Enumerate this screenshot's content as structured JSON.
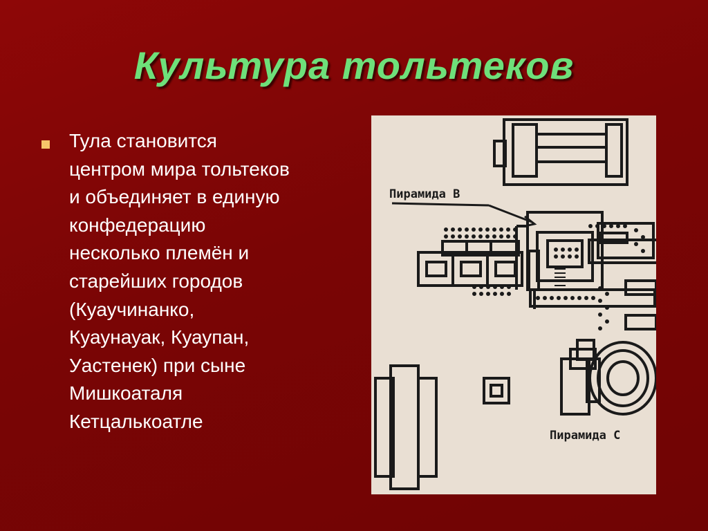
{
  "slide": {
    "title": "Культура тольтеков",
    "bullet_text": "Тула становится\nцентром мира тольтеков\nи объединяет в единую\nконфедерацию\nнесколько племён и\nстарейших городов\n(Куаучинанко,\nКуаунауак, Куаупан,\nУастенек) при сыне\nМишкоаталя\nКетцалькоатле",
    "bullet_color": "#f6c56a",
    "title_color": "#6ee07a",
    "background_color": "#7a0505"
  },
  "map": {
    "label_b": "Пирамида В",
    "label_c": "Пирамида С",
    "background_color": "#e9dfd3",
    "ink_color": "#1a1a1a"
  }
}
